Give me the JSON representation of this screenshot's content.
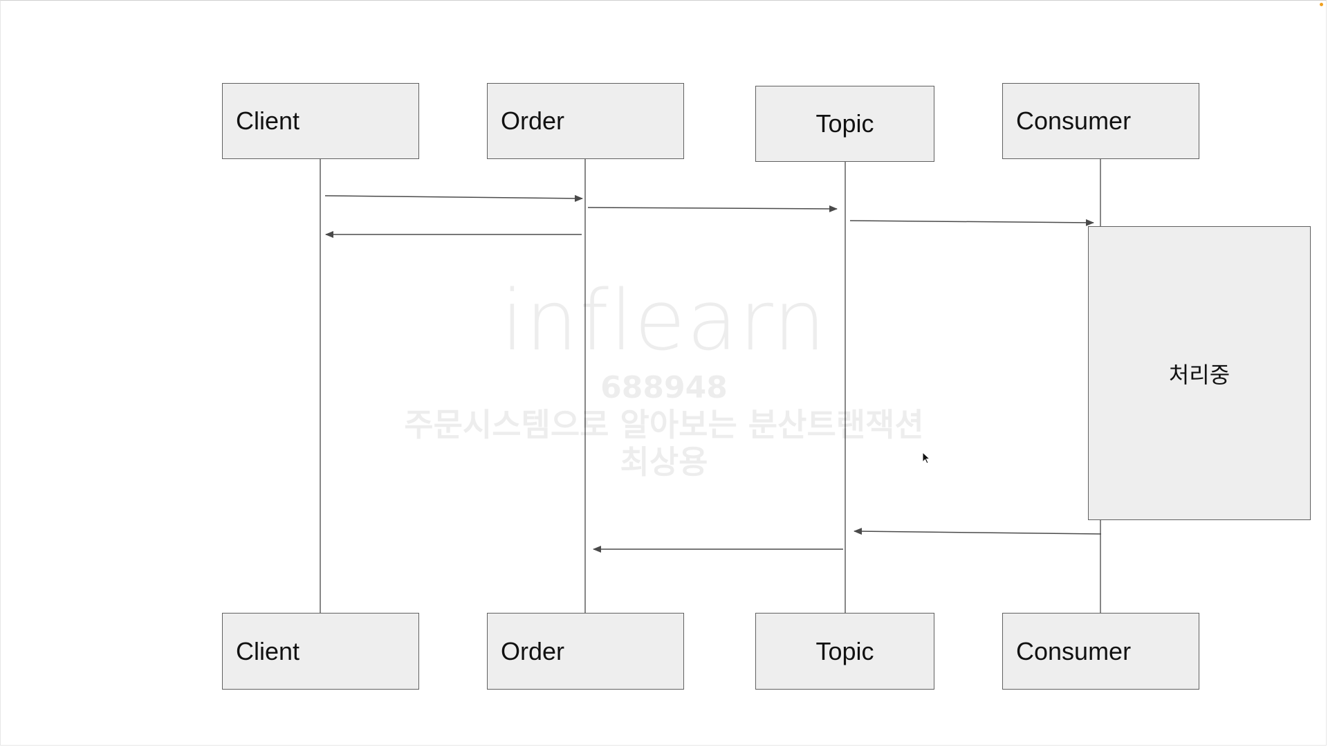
{
  "participants_top": [
    {
      "label": "Client"
    },
    {
      "label": "Order"
    },
    {
      "label": "Topic"
    },
    {
      "label": "Consumer"
    }
  ],
  "participants_bottom": [
    {
      "label": "Client"
    },
    {
      "label": "Order"
    },
    {
      "label": "Topic"
    },
    {
      "label": "Consumer"
    }
  ],
  "activation": {
    "label": "처리중"
  },
  "watermark": {
    "logo": "inflearn",
    "id": "688948",
    "course": "주문시스템으로 알아보는 분산트랜잭션",
    "name": "최상용"
  },
  "messages": [
    {
      "from": "Client",
      "to": "Order",
      "label": ""
    },
    {
      "from": "Order",
      "to": "Topic",
      "label": ""
    },
    {
      "from": "Order",
      "to": "Client",
      "label": ""
    },
    {
      "from": "Topic",
      "to": "Consumer",
      "label": ""
    },
    {
      "from": "Consumer",
      "to": "Topic",
      "label": ""
    },
    {
      "from": "Topic",
      "to": "Order",
      "label": ""
    }
  ],
  "colors": {
    "box_fill": "#eeeeee",
    "stroke": "#5f5f5f"
  }
}
